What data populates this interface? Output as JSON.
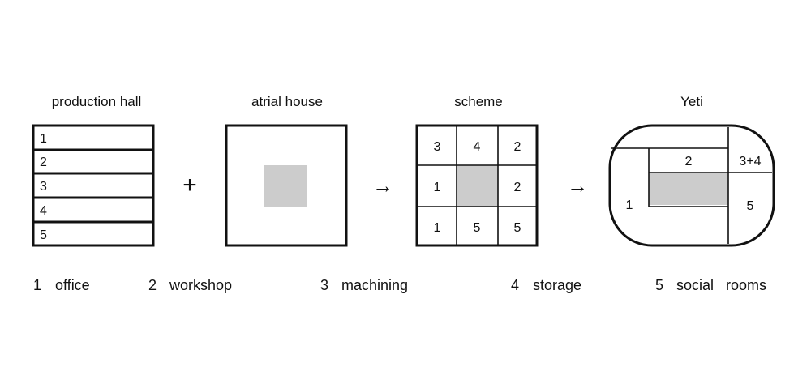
{
  "titles": {
    "production_hall": "production hall",
    "atrial_house": "atrial house",
    "scheme": "scheme",
    "yeti": "Yeti"
  },
  "operators": {
    "plus": "+",
    "arrow1": "→",
    "arrow2": "→"
  },
  "production_hall_rows": [
    "1",
    "2",
    "3",
    "4",
    "5"
  ],
  "scheme_cells": [
    "3",
    "4",
    "2",
    "1",
    "",
    "2",
    "1",
    "5",
    "5"
  ],
  "yeti_labels": {
    "top": "2",
    "top_right": "3+4",
    "left": "1",
    "right": "5"
  },
  "legend": [
    {
      "num": "1",
      "label": "office"
    },
    {
      "num": "2",
      "label": "workshop"
    },
    {
      "num": "3",
      "label": "machining"
    },
    {
      "num": "4",
      "label": "storage"
    },
    {
      "num": "5",
      "label": "social   rooms"
    }
  ],
  "colors": {
    "line": "#111111",
    "courtyard": "#cccccc",
    "background": "#ffffff"
  }
}
